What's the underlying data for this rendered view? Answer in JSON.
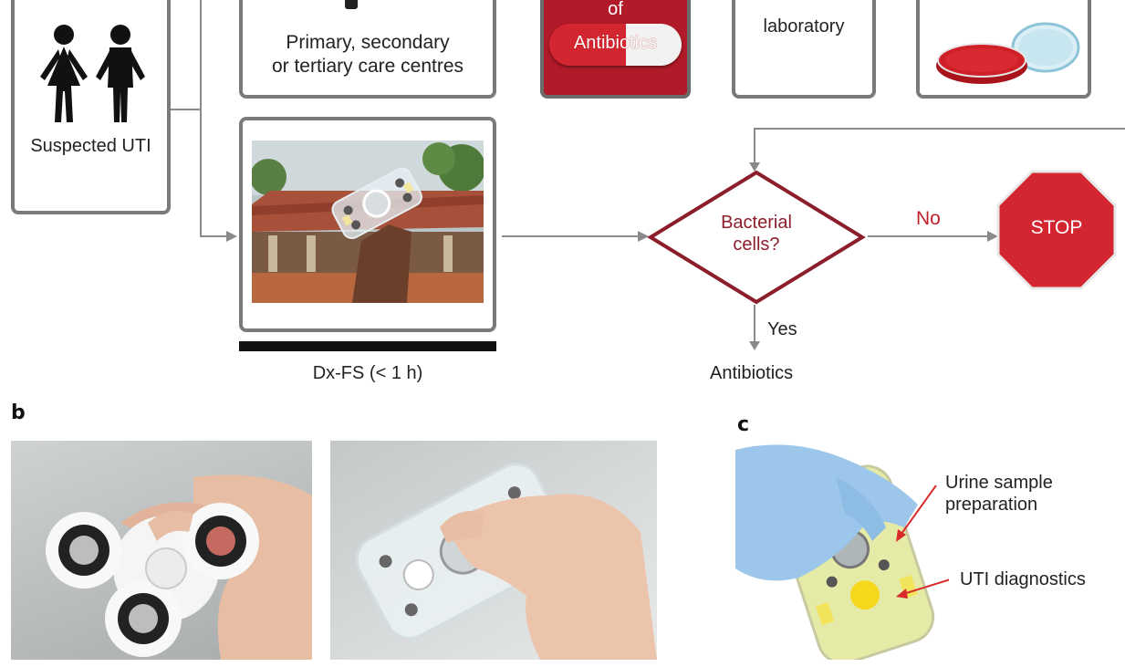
{
  "flow": {
    "patient_label": "Suspected UTI",
    "care_label_line1": "Primary, secondary",
    "care_label_line2": "or tertiary care centres",
    "pill_top": "of",
    "pill_label": "Antibiotics",
    "lab_label": "laboratory",
    "device_caption": "Dx-FS (< 1 h)",
    "decision_line1": "Bacterial",
    "decision_line2": "cells?",
    "no_label": "No",
    "stop_label": "STOP",
    "yes_label": "Yes",
    "antibiotics_label": "Antibiotics"
  },
  "panels": {
    "b_label": "b",
    "c_label": "c",
    "callout_1_line1": "Urine sample",
    "callout_1_line2": "preparation",
    "callout_2": "UTI diagnostics"
  },
  "colors": {
    "box_border": "#7a7a7a",
    "accent_red": "#b11a28",
    "stop_red": "#d42630",
    "arrow_gray": "#8a8a8a"
  },
  "icons": [
    "person-female-icon",
    "person-male-icon",
    "pill-icon",
    "petri-dish-icon",
    "stop-sign-icon"
  ]
}
